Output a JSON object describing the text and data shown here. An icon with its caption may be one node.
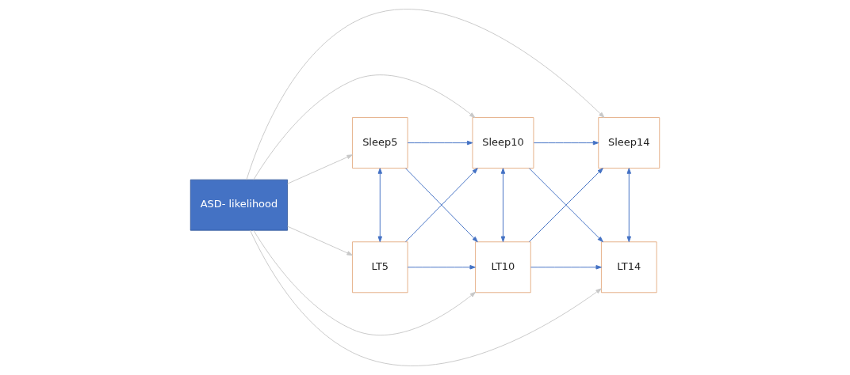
{
  "diagram": {
    "nodes": [
      {
        "text": [
          "ASD- likelihood"
        ]
      },
      {
        "text": [
          "Sleep5"
        ]
      },
      {
        "text": [
          "Sleep10"
        ]
      },
      {
        "text": [
          "Sleep14"
        ]
      },
      {
        "text": [
          "LT5"
        ]
      },
      {
        "text": [
          "LT10"
        ]
      },
      {
        "text": [
          "LT14"
        ]
      }
    ],
    "edges": [
      {
        "from": 0,
        "to": 1,
        "arrow": "to",
        "color": "#c8c8c8"
      },
      {
        "from": 0,
        "to": 2,
        "arrow": "to",
        "color": "#c8c8c8"
      },
      {
        "from": 0,
        "to": 3,
        "arrow": "to",
        "color": "#c8c8c8"
      },
      {
        "from": 0,
        "to": 4,
        "arrow": "to",
        "color": "#c8c8c8"
      },
      {
        "from": 0,
        "to": 5,
        "arrow": "to",
        "color": "#c8c8c8"
      },
      {
        "from": 0,
        "to": 6,
        "arrow": "to",
        "color": "#c8c8c8"
      },
      {
        "from": 1,
        "to": 2,
        "arrow": "to"
      },
      {
        "from": 2,
        "to": 3,
        "arrow": "to"
      },
      {
        "from": 4,
        "to": 5,
        "arrow": "to"
      },
      {
        "from": 5,
        "to": 6,
        "arrow": "to"
      },
      {
        "from": 1,
        "to": 4,
        "arrow": "both"
      },
      {
        "from": 2,
        "to": 5,
        "arrow": "both"
      },
      {
        "from": 3,
        "to": 6,
        "arrow": "both"
      },
      {
        "from": 1,
        "to": 5,
        "arrow": "to"
      },
      {
        "from": 4,
        "to": 2,
        "arrow": "to"
      },
      {
        "from": 2,
        "to": 6,
        "arrow": "to"
      },
      {
        "from": 5,
        "to": 3,
        "arrow": "to"
      }
    ]
  }
}
